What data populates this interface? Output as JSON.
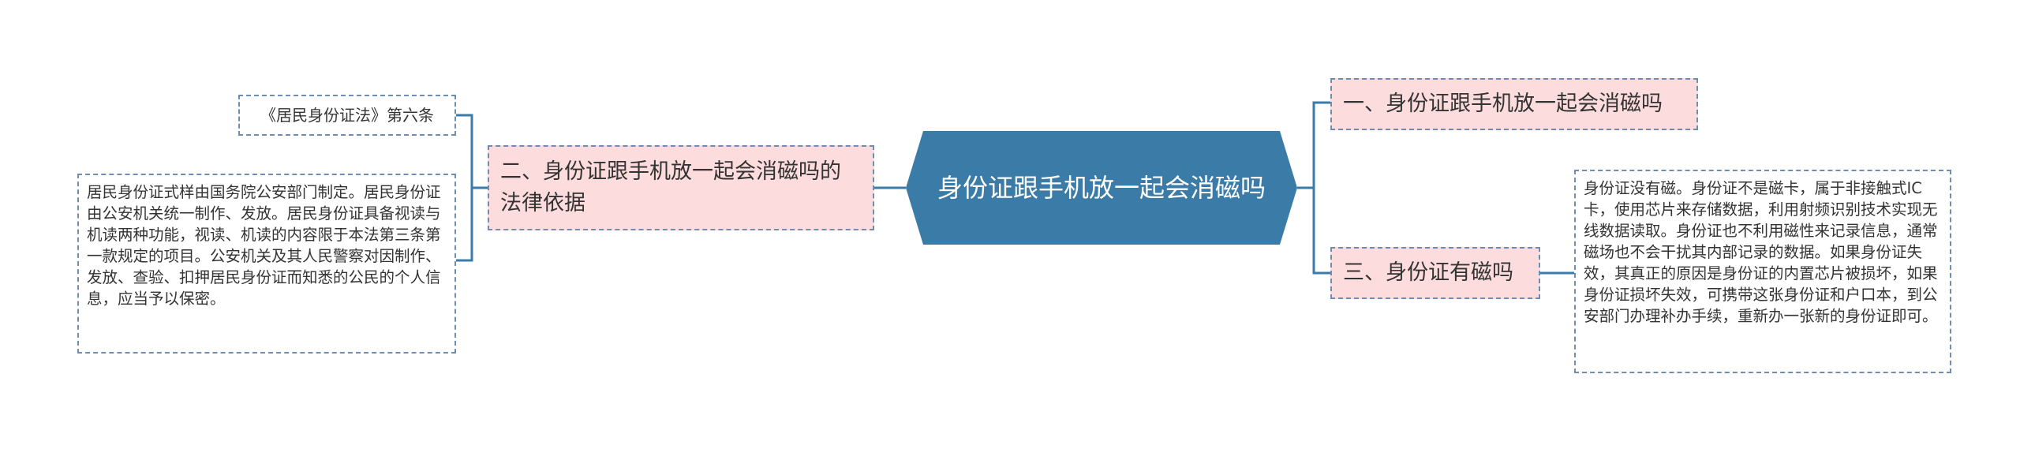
{
  "center": {
    "title": "身份证跟手机放一起会消磁吗"
  },
  "left_branch": {
    "label": "二、身份证跟手机放一起会消磁吗的法律依据",
    "children": [
      {
        "text": "《居民身份证法》第六条"
      },
      {
        "text": "居民身份证式样由国务院公安部门制定。居民身份证由公安机关统一制作、发放。居民身份证具备视读与机读两种功能，视读、机读的内容限于本法第三条第一款规定的项目。公安机关及其人民警察对因制作、发放、查验、扣押居民身份证而知悉的公民的个人信息，应当予以保密。"
      }
    ]
  },
  "right_branches": [
    {
      "label": "一、身份证跟手机放一起会消磁吗",
      "children": []
    },
    {
      "label": "三、身份证有磁吗",
      "children": [
        {
          "text": "身份证没有磁。身份证不是磁卡，属于非接触式IC卡，使用芯片来存储数据，利用射频识别技术实现无线数据读取。身份证也不利用磁性来记录信息，通常磁场也不会干扰其内部记录的数据。如果身份证失效，其真正的原因是身份证的内置芯片被损坏，如果身份证损坏失效，可携带这张身份证和户口本，到公安部门办理补办手续，重新办一张新的身份证即可。"
        }
      ]
    }
  ],
  "colors": {
    "center_fill": "#3a7ba7",
    "branch_fill": "#fcdcdc",
    "border": "#6f8db0",
    "line": "#3a7ba7"
  }
}
